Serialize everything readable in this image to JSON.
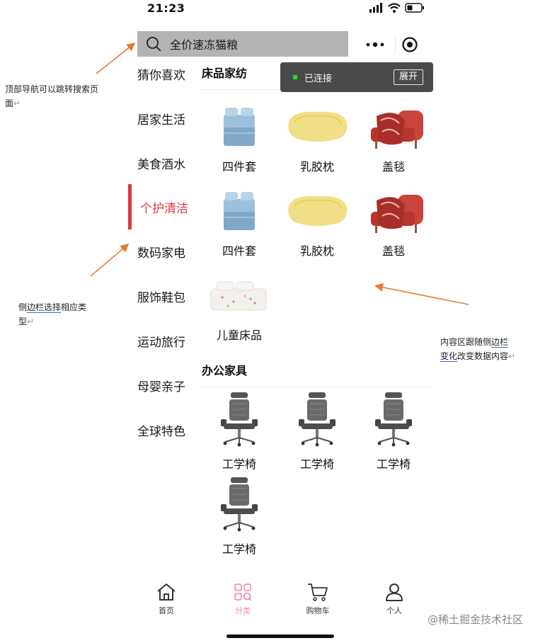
{
  "status_bar": {
    "time": "21:23",
    "icons": [
      "signal-icon",
      "wifi-icon",
      "battery-icon"
    ]
  },
  "search": {
    "text": "全价速冻猫粮",
    "icon": "search-icon"
  },
  "capsule": {
    "more_icon": "more-dots-icon",
    "close_icon": "target-close-icon"
  },
  "connection": {
    "status": "已连接",
    "expand_label": "展开",
    "dot_color": "#19e619"
  },
  "sidebar": {
    "active_color": "#e0363f",
    "items": [
      {
        "label": "猜你喜欢"
      },
      {
        "label": "居家生活"
      },
      {
        "label": "美食酒水"
      },
      {
        "label": "个护清洁",
        "active": true
      },
      {
        "label": "数码家电"
      },
      {
        "label": "服饰鞋包"
      },
      {
        "label": "运动旅行"
      },
      {
        "label": "母婴亲子"
      },
      {
        "label": "全球特色"
      }
    ]
  },
  "content": {
    "sections": [
      {
        "title": "床品家纺",
        "products": [
          {
            "name": "四件套",
            "image": "bedding-set"
          },
          {
            "name": "乳胶枕",
            "image": "latex-pillow"
          },
          {
            "name": "盖毯",
            "image": "throw-blanket"
          },
          {
            "name": "四件套",
            "image": "bedding-set"
          },
          {
            "name": "乳胶枕",
            "image": "latex-pillow"
          },
          {
            "name": "盖毯",
            "image": "throw-blanket"
          },
          {
            "name": "儿童床品",
            "image": "kids-bedding"
          }
        ]
      },
      {
        "title": "办公家具",
        "products": [
          {
            "name": "工学椅",
            "image": "ergonomic-chair"
          },
          {
            "name": "工学椅",
            "image": "ergonomic-chair"
          },
          {
            "name": "工学椅",
            "image": "ergonomic-chair"
          },
          {
            "name": "工学椅",
            "image": "ergonomic-chair"
          }
        ]
      }
    ]
  },
  "tabbar": {
    "active_color": "#f08fb0",
    "tabs": [
      {
        "label": "首页",
        "icon": "home-icon"
      },
      {
        "label": "分类",
        "icon": "category-icon",
        "active": true
      },
      {
        "label": "购物车",
        "icon": "cart-icon"
      },
      {
        "label": "个人",
        "icon": "person-icon"
      }
    ]
  },
  "annotations": {
    "top_nav": {
      "line1": "顶部导航可以跳转搜索页",
      "line2": "面"
    },
    "sidebar": {
      "part_a": "侧",
      "part_b": "边栏选择",
      "part_c": "相应类",
      "line2": "型"
    },
    "content": {
      "part_a": "内容区跟随侧",
      "part_b": "边栏",
      "part_c": "变化",
      "part_d": "改变数据内容"
    },
    "arrow_color": "#e8782a"
  },
  "watermark": "@稀土掘金技术社区"
}
